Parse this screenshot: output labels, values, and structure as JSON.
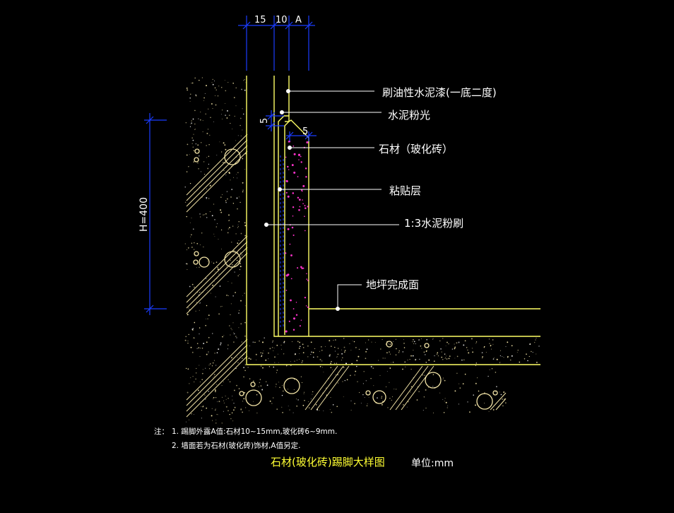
{
  "dimensions": {
    "top": [
      "15",
      "10",
      "A"
    ],
    "small_a": "5",
    "small_b": "5",
    "height": "H=400"
  },
  "labels": {
    "paint": "刷油性水泥漆(一底二度)",
    "cement_finish": "水泥粉光",
    "stone": "石材（玻化砖）",
    "adhesive": "粘贴层",
    "mortar": "1:3水泥粉刷",
    "floor": "地坪完成面"
  },
  "notes": {
    "prefix": "注：",
    "line1": "1. 踢脚外露A值:石材10~15mm,玻化砖6~9mm.",
    "line2": "2. 墙面若为石材(玻化砖)饰材,A值另定."
  },
  "title": "石材(玻化砖)踢脚大样图",
  "unit": "单位:mm",
  "colors": {
    "background": "#000000",
    "outline": "#ffff66",
    "dimension": "#1a3cff",
    "hatch": "#f5e6a8",
    "speckle": "#ff33cc",
    "title": "#ffff33"
  }
}
